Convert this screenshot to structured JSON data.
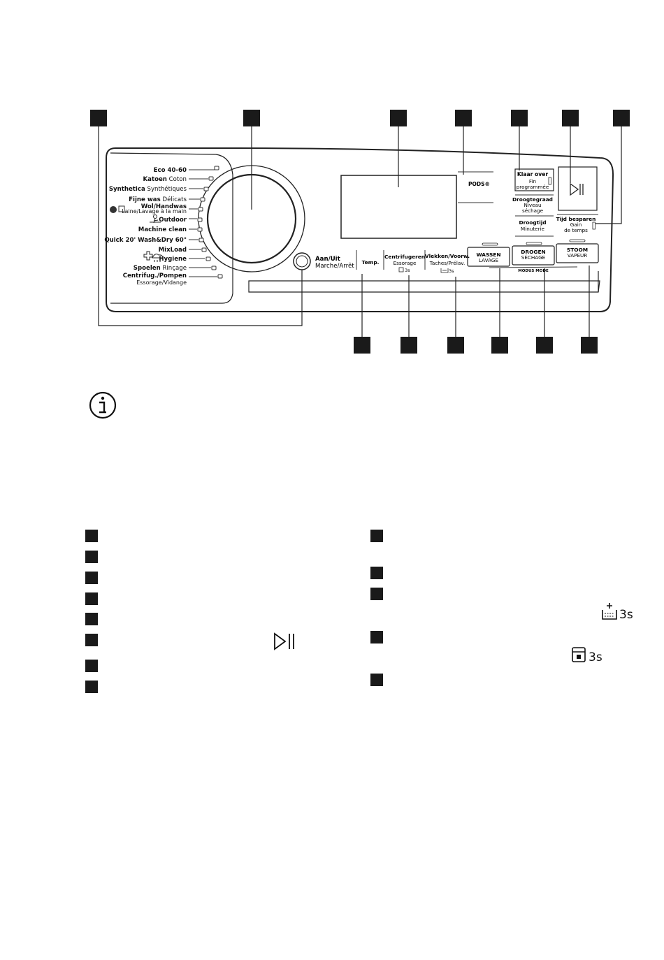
{
  "programs": [
    {
      "id": "eco",
      "bold": "Eco 40-60",
      "normal": ""
    },
    {
      "id": "katoen",
      "bold": "Katoen",
      "normal": "Coton"
    },
    {
      "id": "synthetica",
      "bold": "Synthetica",
      "normal": "Synthétiques"
    },
    {
      "id": "fijne-was",
      "bold": "Fijne was",
      "normal": "Délicats"
    },
    {
      "id": "wol-handwas",
      "bold": "Wol/Handwas",
      "normal": "Laine/Lavage à la main"
    },
    {
      "id": "outdoor",
      "bold": "Outdoor",
      "normal": ""
    },
    {
      "id": "machine-clean",
      "bold": "Machine clean",
      "normal": ""
    },
    {
      "id": "quick-20",
      "bold": "Quick 20' Wash&Dry 60°",
      "normal": ""
    },
    {
      "id": "mixload",
      "bold": "MixLoad",
      "normal": ""
    },
    {
      "id": "hygiene",
      "bold": "Hygiene",
      "normal": ""
    },
    {
      "id": "spoelen",
      "bold": "Spoelen",
      "normal": "Rinçage"
    },
    {
      "id": "centrifug",
      "bold": "Centrifug./Pompen",
      "normal": "Essorage/Vidange"
    }
  ],
  "panel": {
    "onoff_bold": "Aan/Uit",
    "onoff_normal": "Marche/Arrêt",
    "pods": "PODS®",
    "temp": "Temp.",
    "spin_bold": "Centrifugeren",
    "spin_normal": "Essorage",
    "spin_lock": "3s",
    "stains_bold": "Vlekken/Voorw.",
    "stains_normal": "Taches/Prélav.",
    "stains_hold": "3s",
    "finish_bold": "Klaar over",
    "finish_normal_1": "Fin",
    "finish_normal_2": "programmée",
    "dry_level_bold": "Droogtegraad",
    "dry_level_normal_1": "Niveau",
    "dry_level_normal_2": "séchage",
    "dry_time_bold": "Droogtijd",
    "dry_time_normal": "Minuterie",
    "timesave_bold": "Tijd besparen",
    "timesave_normal_1": "Gain",
    "timesave_normal_2": "de temps",
    "wash_bold": "WASSEN",
    "wash_normal": "LAVAGE",
    "dry_bold": "DROGEN",
    "dry_normal": "SÉCHAGE",
    "steam_bold": "STOOM",
    "steam_normal": "VAPEUR",
    "mode": "MODUS MODE"
  },
  "legend_suffixes": {
    "hold_3s": "3s",
    "lock_3s": "3s"
  }
}
